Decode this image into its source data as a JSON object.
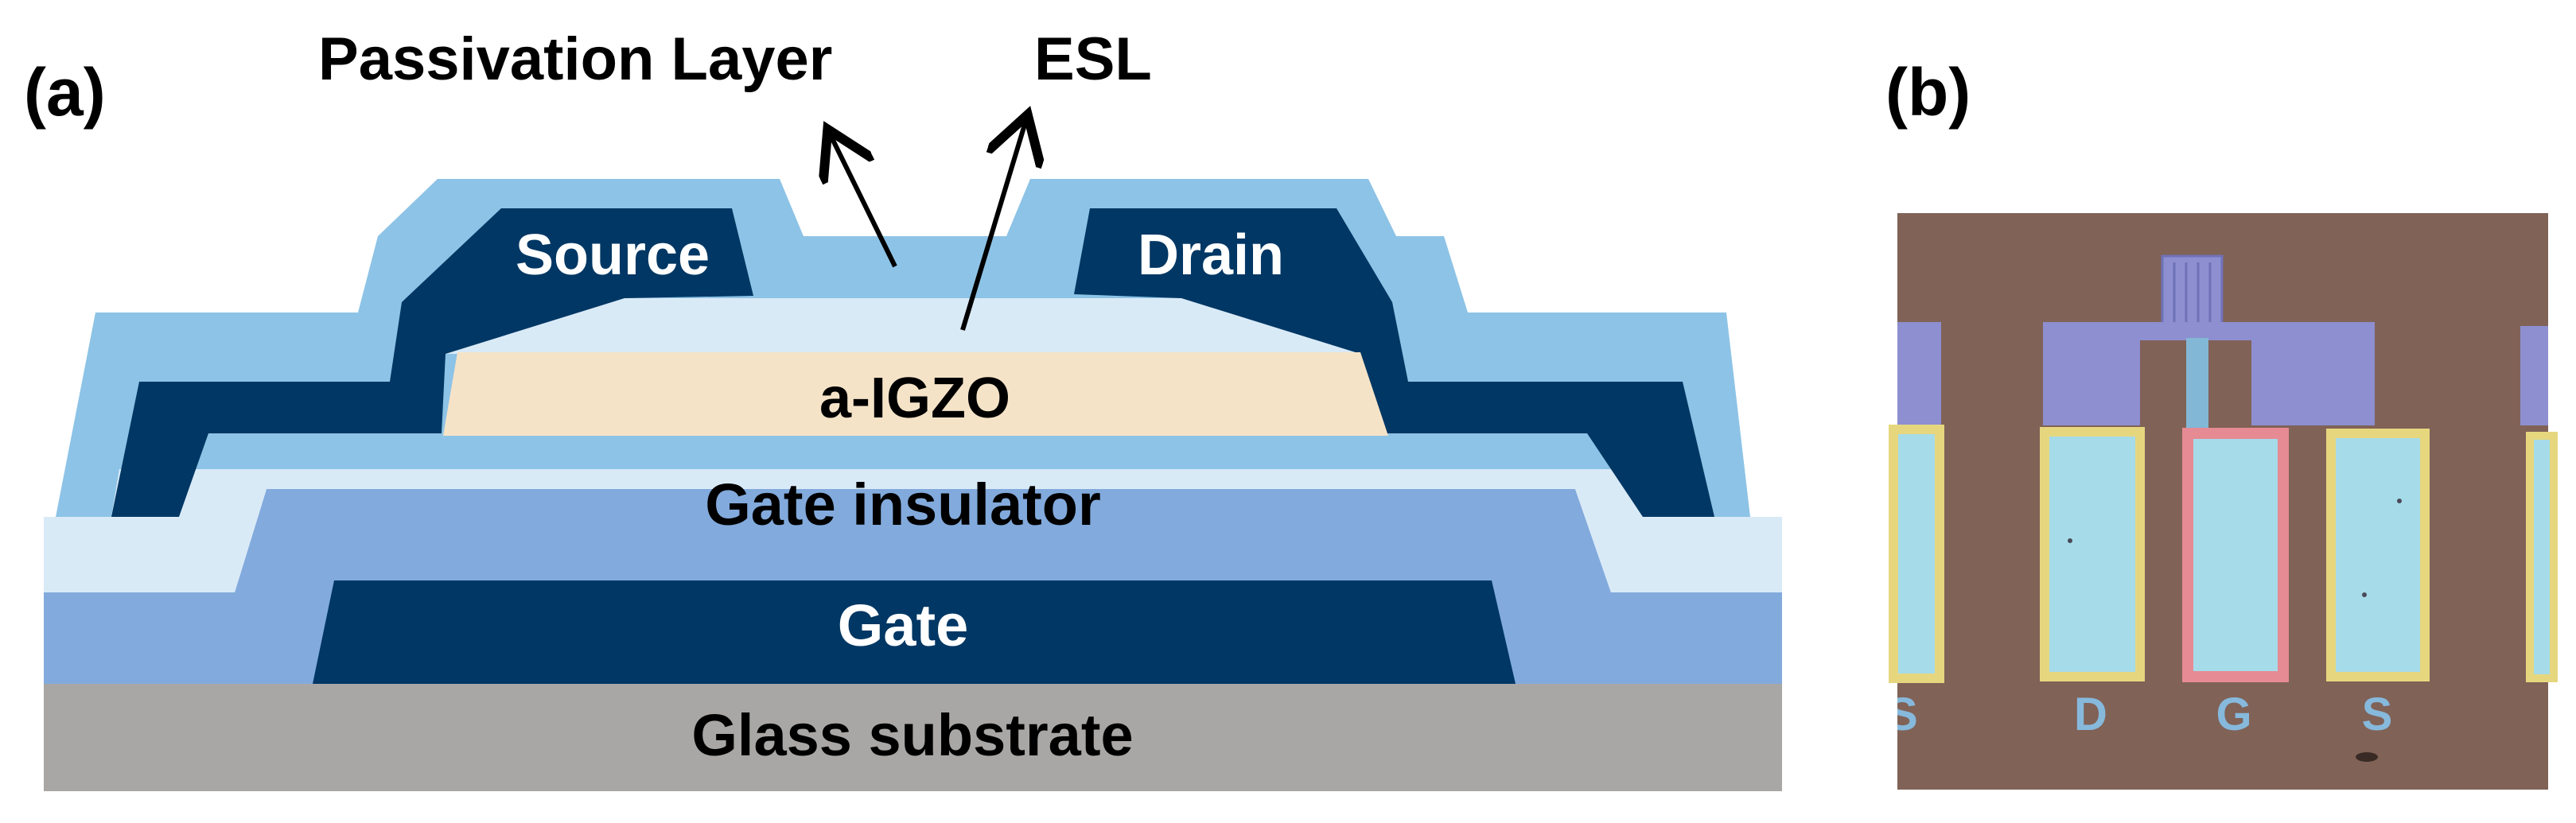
{
  "panel_a": {
    "label": "(a)",
    "callouts": {
      "passivation": "Passivation Layer",
      "esl": "ESL"
    },
    "layers": {
      "source": "Source",
      "drain": "Drain",
      "igzo": "a-IGZO",
      "gate_insulator": "Gate insulator",
      "gate": "Gate",
      "substrate": "Glass substrate"
    },
    "colors": {
      "passivation": "#8dc3e6",
      "source_drain": "#003764",
      "esl": "#d9eaf7",
      "igzo": "#f5e3c8",
      "gate_insulator": "#82aadc",
      "gate": "#003764",
      "substrate": "#a9a7a5"
    }
  },
  "panel_b": {
    "label": "(b)",
    "pad_labels": [
      "S",
      "D",
      "G",
      "S"
    ],
    "colors": {
      "background": "#806257",
      "metal": "#8d8fd0",
      "pad_fill": "#a6dbe9",
      "pad_border": "#e6d77f",
      "gate_pad_border": "#e68a93"
    }
  }
}
